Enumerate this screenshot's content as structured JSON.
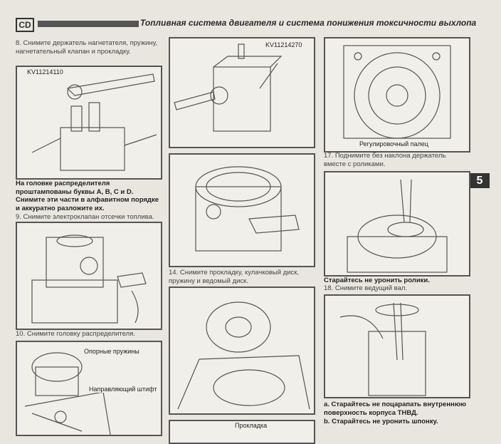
{
  "header": {
    "section": "CD",
    "title": "Топливная система двигателя и система понижения токсичности выхлопа"
  },
  "section_tab": "5",
  "col1": {
    "step8": "8.  Снимите держатель нагнетателя, пружину, нагнетательный клапан и прокладку.",
    "fig1_label": "KV11214110",
    "note": "На головке распределителя проштампованы буквы А, В, С и D. Снимите эти части в алфавитном порядке и аккуратно разложите их.",
    "step9": "9.  Снимите электроклапан отсечки топлива.",
    "step10": "10. Снимите головку распределителя.",
    "fig3_label1": "Опорные пружины",
    "fig3_label2": "Направляющий штифт"
  },
  "col2": {
    "fig1_label": "KV11214270",
    "step14": "14. Снимите прокладку, кулачковый диск, пружину и ведомый диск.",
    "fig4_label": "Прокладка"
  },
  "col3": {
    "fig1_label": "Регулировочный палец",
    "step17": "17. Поднимите без наклона держатель вместе с роликами.",
    "warn1": "Старайтесь не уронить ролики.",
    "step18": "18. Снимите ведущий вал.",
    "note_a": "a.  Старайтесь не поцарапать внутреннюю поверхность корпуса ТНВД.",
    "note_b": "b.  Старайтесь не уронить шпонку."
  }
}
